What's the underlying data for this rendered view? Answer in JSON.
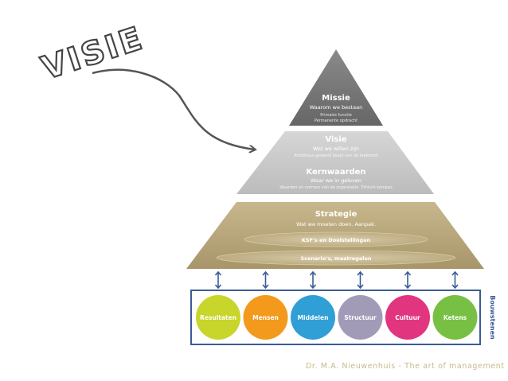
{
  "handwritten_label": "VISIE",
  "pyramid": {
    "missie": {
      "title": "Missie",
      "subtitle": "Waarom we bestaan",
      "lines": [
        "Primaire functie",
        "Permanente opdracht"
      ]
    },
    "visie": {
      "title": "Visie",
      "subtitle": "Wat we willen zijn",
      "line": "Ambitieus gedeeld beeld van de toekomst"
    },
    "kernwaarden": {
      "title": "Kernwaarden",
      "subtitle": "Waar we in geloven",
      "line": "Waarden en normen van de organisatie. Ethisch kompas"
    },
    "strategie": {
      "title": "Strategie",
      "subtitle": "Wat we moeten doen. Aanpak.",
      "ovals": [
        "KSF's en Doelstellingen",
        "Scenario's, maatregelen"
      ]
    }
  },
  "bouwstenen": {
    "label": "Bouwstenen",
    "items": [
      {
        "label": "Resultaten",
        "color": "#c8d52a"
      },
      {
        "label": "Mensen",
        "color": "#f39a1c"
      },
      {
        "label": "Middelen",
        "color": "#2f9fd6"
      },
      {
        "label": "Structuur",
        "color": "#a29bb8"
      },
      {
        "label": "Cultuur",
        "color": "#e2357f"
      },
      {
        "label": "Ketens",
        "color": "#78c044"
      }
    ]
  },
  "footer": "Dr. M.A. Nieuwenhuis  -  The art of management",
  "colors": {
    "missie": "#747474",
    "visie": "#c7c7c7",
    "strategie": "#b6a478",
    "frame": "#3a5c96",
    "arrow": "#555555"
  }
}
